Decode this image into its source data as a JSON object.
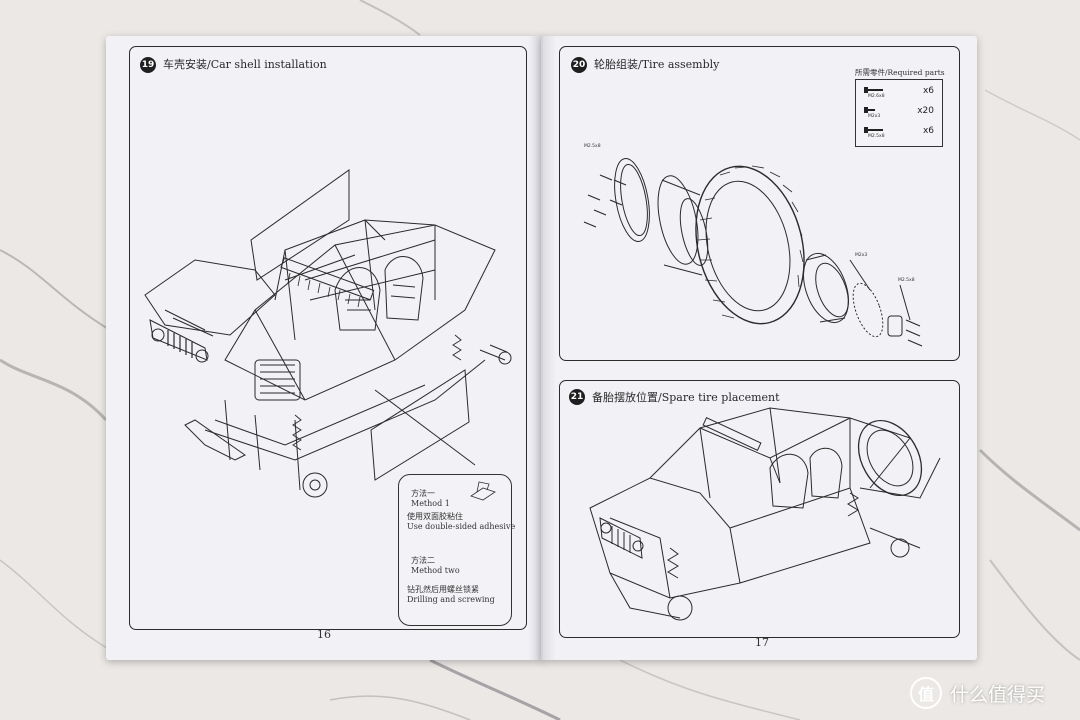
{
  "left_page": {
    "step": {
      "number": "19",
      "title": "车壳安装/Car shell installation"
    },
    "callout": {
      "method1_cn": "方法一",
      "method1_en": "Method 1",
      "method1_desc_cn": "使用双面胶粘住",
      "method1_desc_en": "Use double-sided adhesive",
      "method2_cn": "方法二",
      "method2_en": "Method two",
      "method2_desc_cn": "钻孔然后用螺丝锁紧",
      "method2_desc_en": "Drilling and screwing"
    },
    "page_number": "16"
  },
  "right_page": {
    "step_top": {
      "number": "20",
      "title": "轮胎组装/Tire assembly"
    },
    "required_parts": {
      "title": "所需零件/Required parts",
      "items": [
        {
          "label": "M2.6x8",
          "qty": "x6",
          "icon": "screw-icon"
        },
        {
          "label": "M2x3",
          "qty": "x20",
          "icon": "screw-icon"
        },
        {
          "label": "M2.5x8",
          "qty": "x6",
          "icon": "screw-icon"
        }
      ]
    },
    "part_labels": {
      "screws_left": "M2.5x8",
      "screws_hub": "M2x3",
      "screws_right": "M2.5x8"
    },
    "step_bottom": {
      "number": "21",
      "title": "备胎摆放位置/Spare tire placement"
    },
    "page_number": "17"
  },
  "watermark": {
    "logo_char": "值",
    "text": "什么值得买"
  }
}
